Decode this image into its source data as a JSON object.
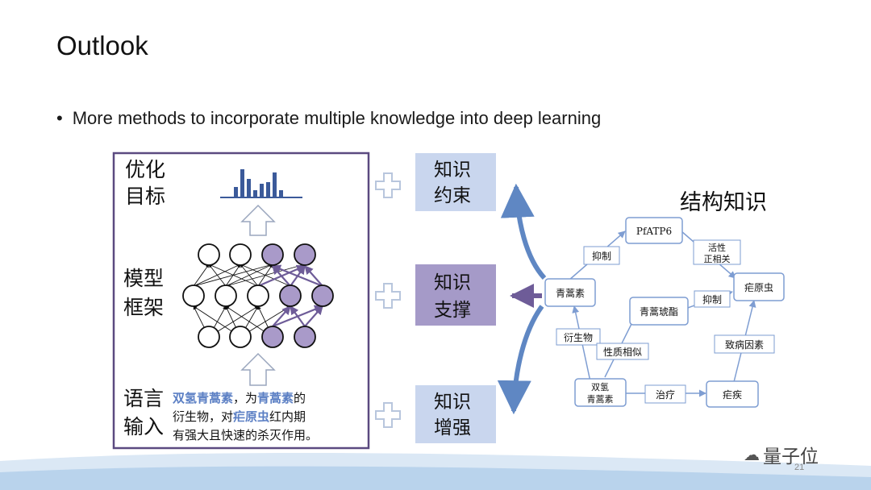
{
  "slide": {
    "title": "Outlook",
    "bullet": "More methods to incorporate multiple knowledge into deep learning",
    "page_number": "21",
    "watermark": "量子位"
  },
  "left_panel": {
    "opt_label_line1": "优化",
    "opt_label_line2": "目标",
    "model_label_line1": "模型",
    "model_label_line2": "框架",
    "input_label_line1": "语言",
    "input_label_line2": "输入",
    "sentence_line1": [
      "双氢青蒿素",
      "，为",
      "青蒿素",
      "的"
    ],
    "sentence_line2": [
      "衍生物，对",
      "疟原虫",
      "红内期"
    ],
    "sentence_line3": "有强大且快速的杀灭作用。"
  },
  "knowledge_boxes": [
    {
      "line1": "知识",
      "line2": "约束"
    },
    {
      "line1": "知识",
      "line2": "支撑"
    },
    {
      "line1": "知识",
      "line2": "增强"
    }
  ],
  "graph": {
    "title": "结构知识",
    "nodes": {
      "pfatp6": "PfATP6",
      "qinghaosu": "青蒿素",
      "nuoyuanchong": "疟原虫",
      "qinghaohuzhi": "青蒿琥酯",
      "shuangqing_line1": "双氢",
      "shuangqing_line2": "青蒿素",
      "nueji": "疟疾"
    },
    "edges": {
      "yizhi1": "抑制",
      "huoxing_line1": "活性",
      "huoxing_line2": "正相关",
      "yizhi2": "抑制",
      "yanshengwu": "衍生物",
      "xingzhi": "性质相似",
      "zhiliao": "治疗",
      "zhibing": "致病因素"
    }
  },
  "colors": {
    "panel_border": "#5b4a80",
    "neuron_fill": "#a99ac9",
    "neuron_edge_accent": "#6e5c98",
    "box_light": "#c9d6ee",
    "box_mid": "#a59ac8",
    "arrow_blue": "#5f87c3",
    "graph_stroke": "#7e9dd2",
    "highlight_text": "#5b7fc4"
  }
}
